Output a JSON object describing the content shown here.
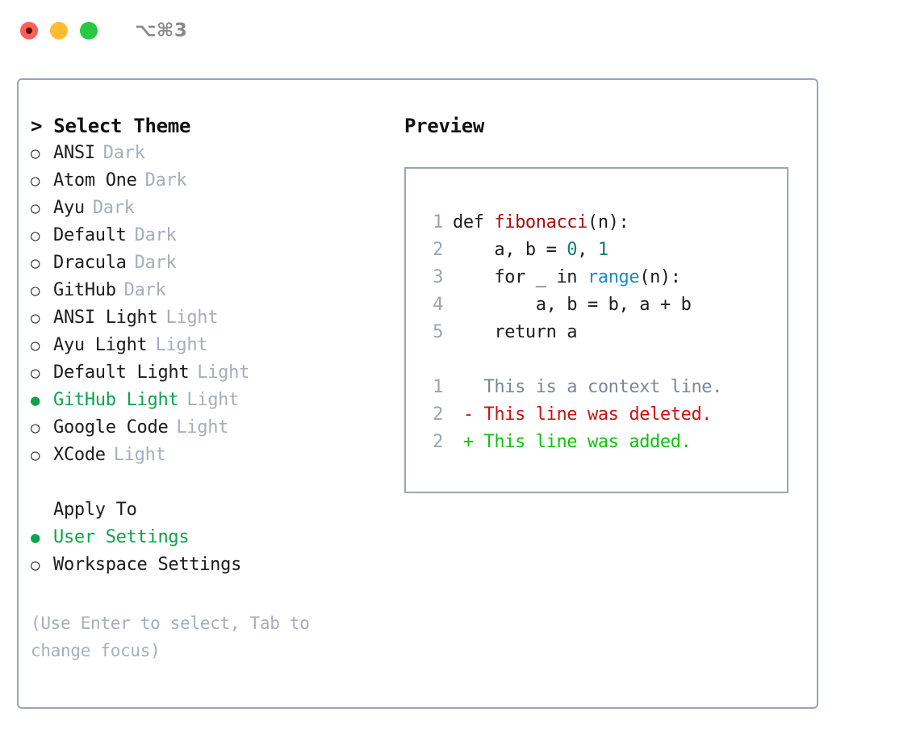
{
  "titlebar": {
    "lights": [
      {
        "name": "close-button",
        "color": "#ff5f57"
      },
      {
        "name": "minimize-button",
        "color": "#ffbd2e"
      },
      {
        "name": "zoom-button",
        "color": "#28c840"
      }
    ],
    "shortcut": "⌥⌘3"
  },
  "theme_panel": {
    "heading": "> Select Theme",
    "items": [
      {
        "bullet": "○",
        "label": "ANSI",
        "tag": "Dark",
        "selected": false
      },
      {
        "bullet": "○",
        "label": "Atom One",
        "tag": "Dark",
        "selected": false
      },
      {
        "bullet": "○",
        "label": "Ayu",
        "tag": "Dark",
        "selected": false
      },
      {
        "bullet": "○",
        "label": "Default",
        "tag": "Dark",
        "selected": false
      },
      {
        "bullet": "○",
        "label": "Dracula",
        "tag": "Dark",
        "selected": false
      },
      {
        "bullet": "○",
        "label": "GitHub",
        "tag": "Dark",
        "selected": false
      },
      {
        "bullet": "○",
        "label": "ANSI Light",
        "tag": "Light",
        "selected": false
      },
      {
        "bullet": "○",
        "label": "Ayu Light",
        "tag": "Light",
        "selected": false
      },
      {
        "bullet": "○",
        "label": "Default Light",
        "tag": "Light",
        "selected": false
      },
      {
        "bullet": "●",
        "label": "GitHub Light",
        "tag": "Light",
        "selected": true
      },
      {
        "bullet": "○",
        "label": "Google Code",
        "tag": "Light",
        "selected": false
      },
      {
        "bullet": "○",
        "label": "XCode",
        "tag": "Light",
        "selected": false
      }
    ],
    "apply_to": {
      "title": "Apply To",
      "options": [
        {
          "bullet": "●",
          "label": "User Settings",
          "selected": true
        },
        {
          "bullet": "○",
          "label": "Workspace Settings",
          "selected": false
        }
      ]
    },
    "hint": "(Use Enter to select, Tab to change focus)"
  },
  "preview": {
    "title": "Preview",
    "code_lines": [
      {
        "lineno": "1",
        "tokens": [
          {
            "text": "def ",
            "type": "plain"
          },
          {
            "text": "fibonacci",
            "type": "fn"
          },
          {
            "text": "(n):",
            "type": "plain"
          }
        ]
      },
      {
        "lineno": "2",
        "tokens": [
          {
            "text": "    a, b = ",
            "type": "plain"
          },
          {
            "text": "0",
            "type": "num"
          },
          {
            "text": ", ",
            "type": "plain"
          },
          {
            "text": "1",
            "type": "num"
          }
        ]
      },
      {
        "lineno": "3",
        "tokens": [
          {
            "text": "    for _ in ",
            "type": "plain"
          },
          {
            "text": "range",
            "type": "call"
          },
          {
            "text": "(n):",
            "type": "plain"
          }
        ]
      },
      {
        "lineno": "4",
        "tokens": [
          {
            "text": "        a, b = b, a + b",
            "type": "plain"
          }
        ]
      },
      {
        "lineno": "5",
        "tokens": [
          {
            "text": "    return a",
            "type": "plain"
          }
        ]
      }
    ],
    "diff_lines": [
      {
        "lineno": "1",
        "text": "   This is a context line.",
        "kind": "ctx"
      },
      {
        "lineno": "2",
        "text": " - This line was deleted.",
        "kind": "del"
      },
      {
        "lineno": "2",
        "text": " + This line was added.",
        "kind": "add"
      }
    ]
  },
  "colors": {
    "accent_green": "#0aa44a",
    "diff_add": "#0ac40a",
    "diff_del": "#cc1111",
    "muted": "#a6aebc",
    "border": "#9aa6b6",
    "function": "#a80f0f",
    "number": "#0f7c7c",
    "call": "#1c8bc4"
  }
}
